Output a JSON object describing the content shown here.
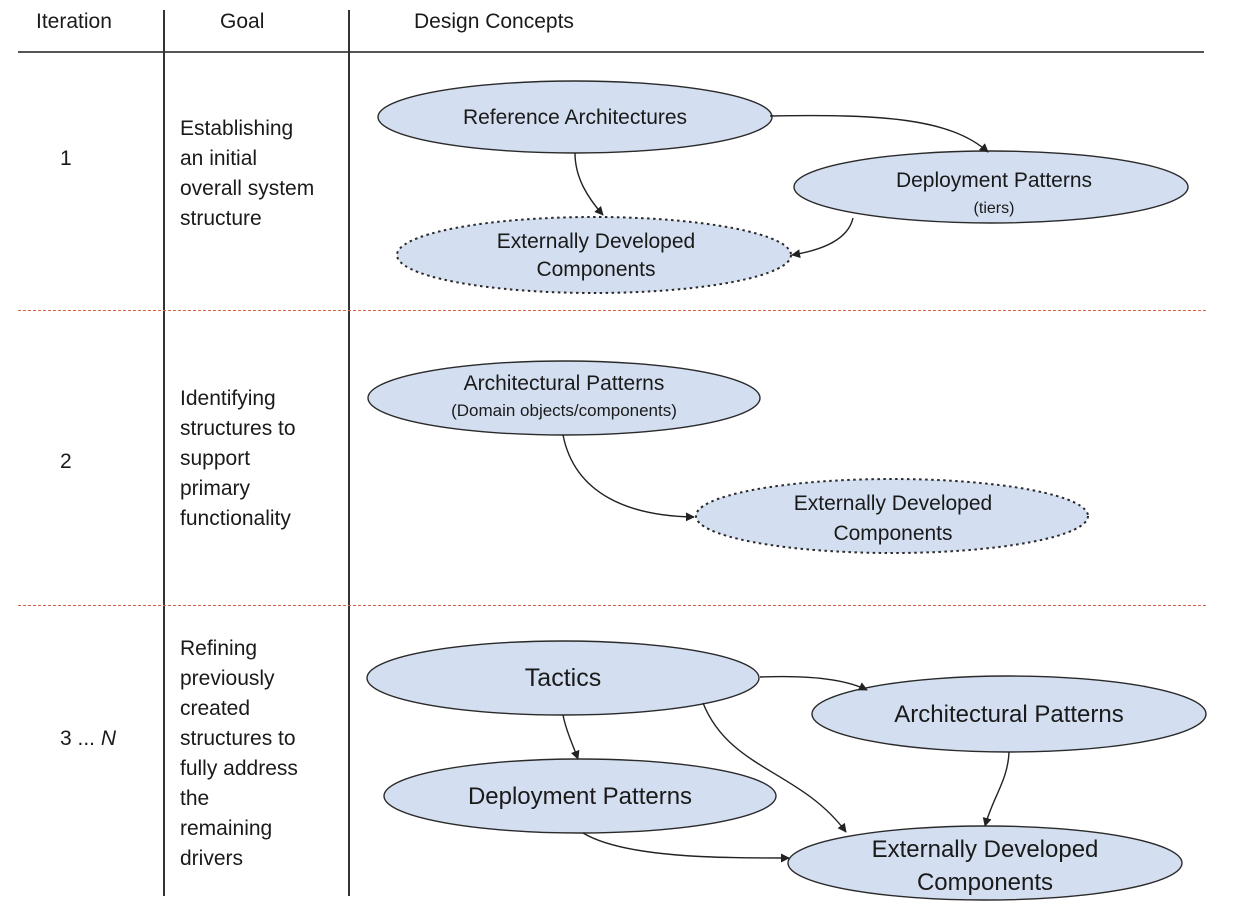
{
  "headers": {
    "iteration": "Iteration",
    "goal": "Goal",
    "design_concepts": "Design Concepts"
  },
  "rows": [
    {
      "iteration": "1",
      "goal_lines": [
        "Establishing",
        "an initial",
        "overall system",
        "structure"
      ],
      "nodes": {
        "ref_arch": "Reference Architectures",
        "deploy_main": "Deployment Patterns",
        "deploy_sub": "(tiers)",
        "ext_line1": "Externally Developed",
        "ext_line2": "Components"
      }
    },
    {
      "iteration": "2",
      "goal_lines": [
        "Identifying",
        "structures to",
        "support",
        "primary",
        "functionality"
      ],
      "nodes": {
        "arch_main": "Architectural Patterns",
        "arch_sub": "(Domain objects/components)",
        "ext_line1": "Externally Developed",
        "ext_line2": "Components"
      }
    },
    {
      "iteration_prefix": "3 ... ",
      "iteration_italic": "N",
      "goal_lines": [
        "Refining",
        "previously",
        "created",
        "structures to",
        "fully address",
        "the",
        "remaining",
        "drivers"
      ],
      "nodes": {
        "tactics": "Tactics",
        "arch": "Architectural Patterns",
        "deploy": "Deployment Patterns",
        "ext_line1": "Externally Developed",
        "ext_line2": "Components"
      }
    }
  ],
  "colors": {
    "node_fill": "#d3dff0",
    "row_separator": "#d9604a"
  }
}
